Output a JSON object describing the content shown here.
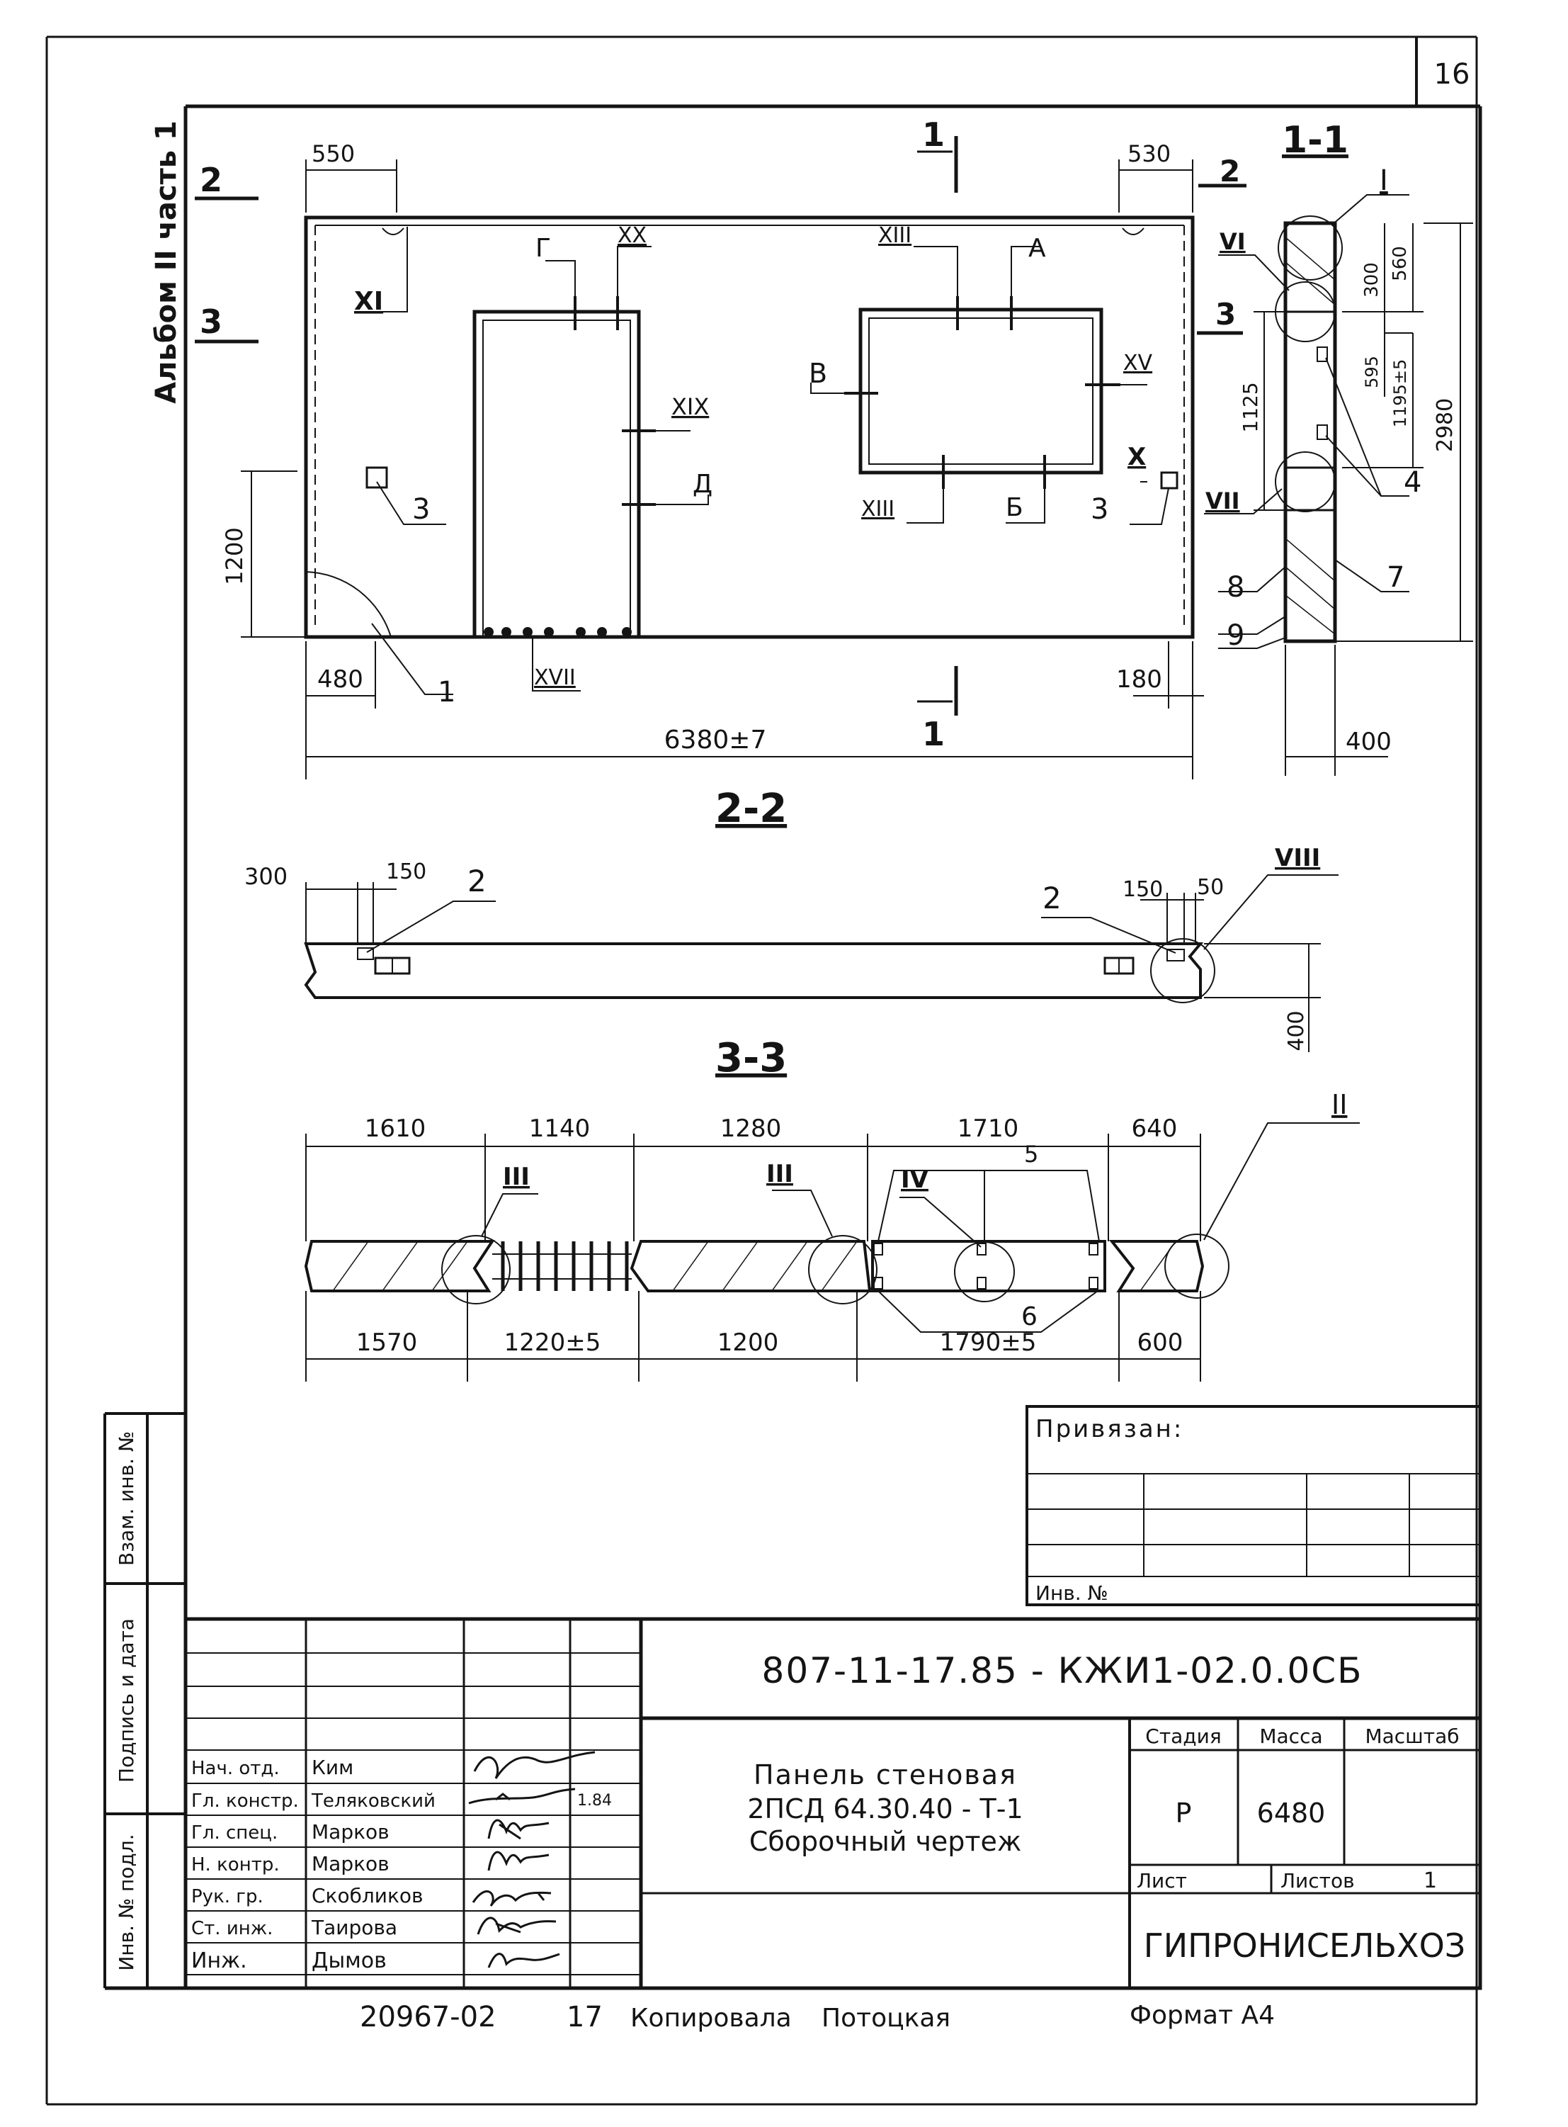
{
  "page_number": "16",
  "album_label": "Альбом II часть 1",
  "section_labels": {
    "s11": "1-1",
    "s22": "2-2",
    "s33": "3-3"
  },
  "cut_marks": {
    "top_1": "1",
    "bottom_1": "1",
    "left_2": "2",
    "left_3": "3",
    "right_2": "2",
    "right_3": "3"
  },
  "elevation": {
    "dim_top_left": "550",
    "dim_top_right": "530",
    "dim_left_height": "1200",
    "dim_bottom_left": "480",
    "dim_bottom_right": "180",
    "dim_total_length": "6380±7",
    "callouts": {
      "xi": "XI",
      "g": "Г",
      "xx": "XX",
      "xiii_top": "XIII",
      "a": "А",
      "v": "В",
      "xv": "XV",
      "xix": "XIX",
      "d": "Д",
      "xiii_bottom": "XIII",
      "b": "Б",
      "x": "X",
      "three_left": "3",
      "three_right": "3",
      "xvii": "XVII",
      "one": "1"
    }
  },
  "section_1_1": {
    "roman_i": "I",
    "roman_vi": "VI",
    "roman_vii": "VII",
    "dim_300": "300",
    "dim_560": "560",
    "dim_1125": "1125",
    "dim_595": "595",
    "dim_1195": "1195±5",
    "dim_2980": "2980",
    "dim_400": "400",
    "pos_4": "4",
    "pos_7": "7",
    "pos_8": "8",
    "pos_9": "9"
  },
  "section_2_2": {
    "dim_300": "300",
    "dim_150_left": "150",
    "dim_150_right": "150",
    "dim_50": "50",
    "pos_2_left": "2",
    "pos_2_right": "2",
    "roman_viii": "VIII",
    "dim_400": "400"
  },
  "section_3_3": {
    "top_dims": [
      "1610",
      "1140",
      "1280",
      "1710",
      "640"
    ],
    "bottom_dims": [
      "1570",
      "1220±5",
      "1200",
      "1790±5",
      "600"
    ],
    "roman_ii": "II",
    "roman_iii_left": "III",
    "roman_iii_right": "III",
    "roman_iv": "IV",
    "pos_5": "5",
    "pos_6": "6"
  },
  "binding_block": {
    "title": "Привязан:",
    "inv_label": "Инв. №"
  },
  "side_stamp": {
    "vzam": "Взам. инв. №",
    "podpis": "Подпись и дата",
    "inv_podl": "Инв. № подл."
  },
  "title_block": {
    "code": "807-11-17.85 - КЖИ1-02.0.0СБ",
    "name_line1": "Панель стеновая",
    "name_line2": "2ПСД 64.30.40 - Т-1",
    "name_line3": "Сборочный чертеж",
    "stage_header": "Стадия",
    "mass_header": "Масса",
    "scale_header": "Масштаб",
    "stage_value": "Р",
    "mass_value": "6480",
    "sheet_label": "Лист",
    "sheets_label": "Листов",
    "sheets_value": "1",
    "organization": "ГИПРОНИСЕЛЬХОЗ",
    "signature_date": "1.84",
    "signatories": [
      {
        "role": "Нач. отд.",
        "name": "Ким"
      },
      {
        "role": "Гл. констр.",
        "name": "Теляковский"
      },
      {
        "role": "Гл. спец.",
        "name": "Марков"
      },
      {
        "role": "Н. контр.",
        "name": "Марков"
      },
      {
        "role": "Рук. гр.",
        "name": "Скобликов"
      },
      {
        "role": "Ст. инж.",
        "name": "Таирова"
      },
      {
        "role": "Инж.",
        "name": "Дымов"
      }
    ]
  },
  "footer": {
    "number": "20967-02",
    "seventeen": "17",
    "copied": "Копировала",
    "copier": "Потоцкая",
    "format": "Формат А4"
  }
}
